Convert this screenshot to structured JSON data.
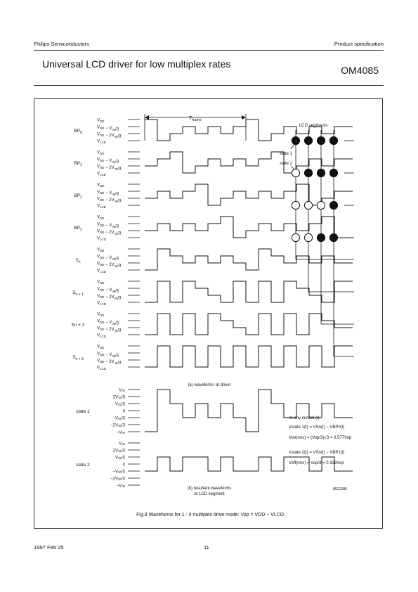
{
  "header": {
    "company": "Philips Semiconductors",
    "doc_type": "Product specification",
    "title": "Universal LCD driver for low multiplex rates",
    "part_number": "OM4085"
  },
  "figure": {
    "frame_label": "T",
    "frame_sub": "frame",
    "lcd_segments_label": "LCD segments",
    "state1_marker": "state 1",
    "state2_marker": "state 2",
    "driver_rows": [
      {
        "label": "BP0",
        "base": "BP",
        "sub": "0"
      },
      {
        "label": "BP1",
        "base": "BP",
        "sub": "1"
      },
      {
        "label": "BP2",
        "base": "BP",
        "sub": "2"
      },
      {
        "label": "BP3",
        "base": "BP",
        "sub": "3"
      },
      {
        "label": "Sn",
        "base": "S",
        "sub": "n"
      },
      {
        "label": "Sn + 1",
        "base": "S",
        "sub": "n + 1"
      },
      {
        "label": "Sn + 2",
        "base": "Sn + 2",
        "sub": ""
      },
      {
        "label": "Sn + 3",
        "base": "S",
        "sub": "n + 3"
      }
    ],
    "driver_levels": [
      "VDD",
      "VDD − Vop/3",
      "VDD − 2Vop/3",
      "VLCD"
    ],
    "resultant_levels": [
      "Vop",
      "2Vop/3",
      "Vop/3",
      "0",
      "−Vop/3",
      "−2Vop/3",
      "−Vop"
    ],
    "resultant_rows": [
      "state 1",
      "state 2"
    ],
    "dot_pattern": [
      [
        true,
        true,
        true,
        true
      ],
      [
        false,
        true,
        true,
        true
      ],
      [
        false,
        false,
        false,
        true
      ],
      [
        false,
        false,
        true,
        true
      ]
    ],
    "caption_a": "(a) waveforms at driver",
    "caption_b_line1": "(b) resultant waveforms",
    "caption_b_line2": "at LCD segment",
    "equations": {
      "instant": "At any instant (t):",
      "state1": "Vstate 1(t) = VSn(t) − VBP0(t)",
      "on_rms": "Von(rms) = (Vop/3)√3 = 0.577Vop",
      "state2": "Vstate 2(t) = VSn(t) − VBP1(t)",
      "off_rms": "Voff(rms) = Vop/3 = 0.333Vop"
    },
    "code": "MGG396",
    "caption": "Fig.8  Waveforms for 1 : 4 multiplex drive mode: Vop = VDD − VLCD."
  },
  "footer": {
    "date": "1997 Feb 25",
    "page": "11"
  }
}
